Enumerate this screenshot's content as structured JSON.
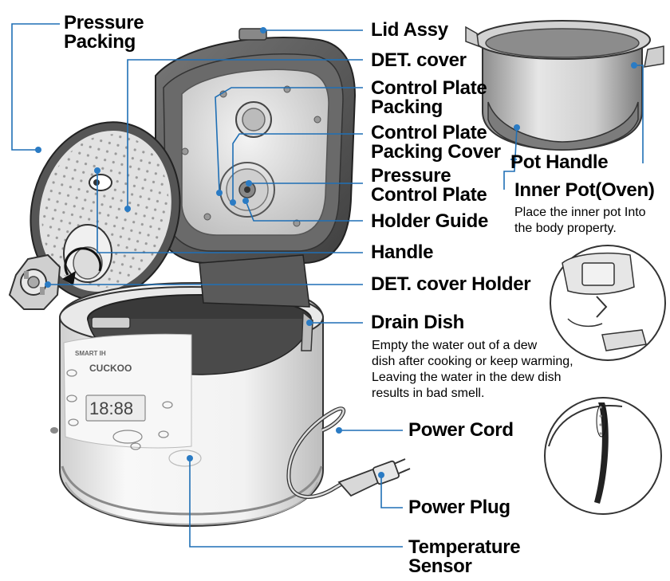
{
  "labels": {
    "pressure_packing": [
      "Pressure",
      "Packing"
    ],
    "lid_assy": "Lid Assy",
    "det_cover": "DET. cover",
    "control_plate_packing": [
      "Control Plate",
      "Packing"
    ],
    "control_plate_packing_cover": [
      "Control Plate",
      "Packing Cover"
    ],
    "pressure_control_plate": [
      "Pressure",
      "Control Plate"
    ],
    "holder_guide": "Holder Guide",
    "handle": "Handle",
    "det_cover_holder": "DET. cover Holder",
    "drain_dish": "Drain Dish",
    "power_cord": "Power Cord",
    "power_plug": "Power Plug",
    "temperature_sensor": [
      "Temperature",
      "Sensor"
    ],
    "pot_handle": "Pot Handle",
    "inner_pot": "Inner Pot(Oven)"
  },
  "notes": {
    "inner_pot": [
      "Place the inner pot Into",
      "the body property."
    ],
    "drain_dish": [
      "Empty the water out of a dew",
      "dish after cooking or keep warming,",
      "Leaving the water in the dew dish",
      "results in bad smell."
    ]
  },
  "device": {
    "brand": "CUCKOO",
    "series": "SMART IH",
    "display": "18:88"
  },
  "colors": {
    "leader_line": "#1f6fb5",
    "dot": "#2a7bc4",
    "lid_dark": "#5a5a5a",
    "metal": "#d8d8d8",
    "body_white": "#f4f4f4"
  }
}
